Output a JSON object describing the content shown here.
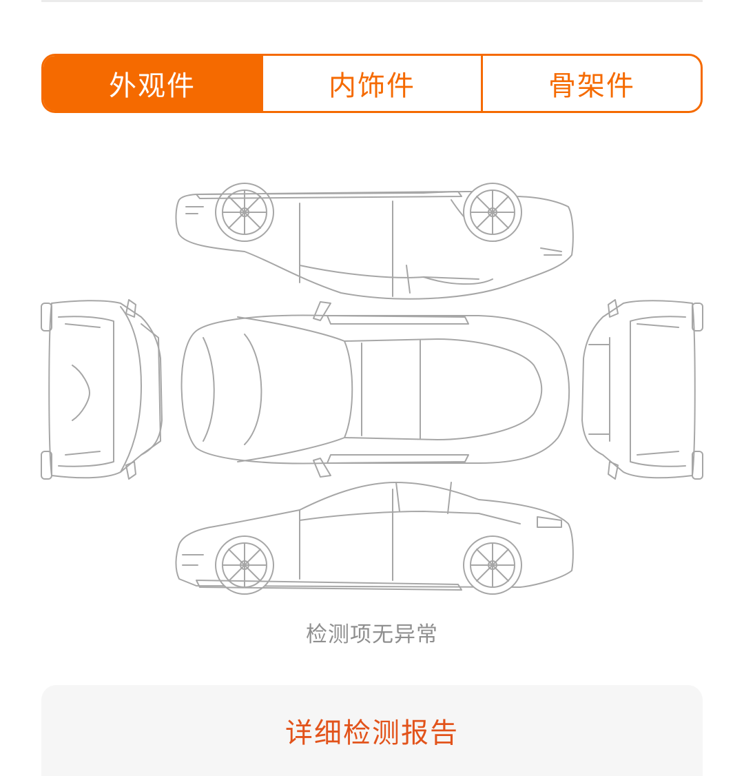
{
  "tabs": [
    {
      "label": "外观件",
      "selected": true
    },
    {
      "label": "内饰件",
      "selected": false
    },
    {
      "label": "骨架件",
      "selected": false
    }
  ],
  "status_text": "检测项无异常",
  "report_button_label": "详细检测报告",
  "colors": {
    "accent": "#f56a00",
    "report_text": "#e2531b",
    "status_text": "#8f8f8f",
    "diagram_line": "#a6a6a6",
    "button_bg": "#f6f6f6"
  },
  "diagram_views": [
    "car-top-side-view",
    "car-front-view",
    "car-top-view",
    "car-rear-view",
    "car-side-view"
  ]
}
